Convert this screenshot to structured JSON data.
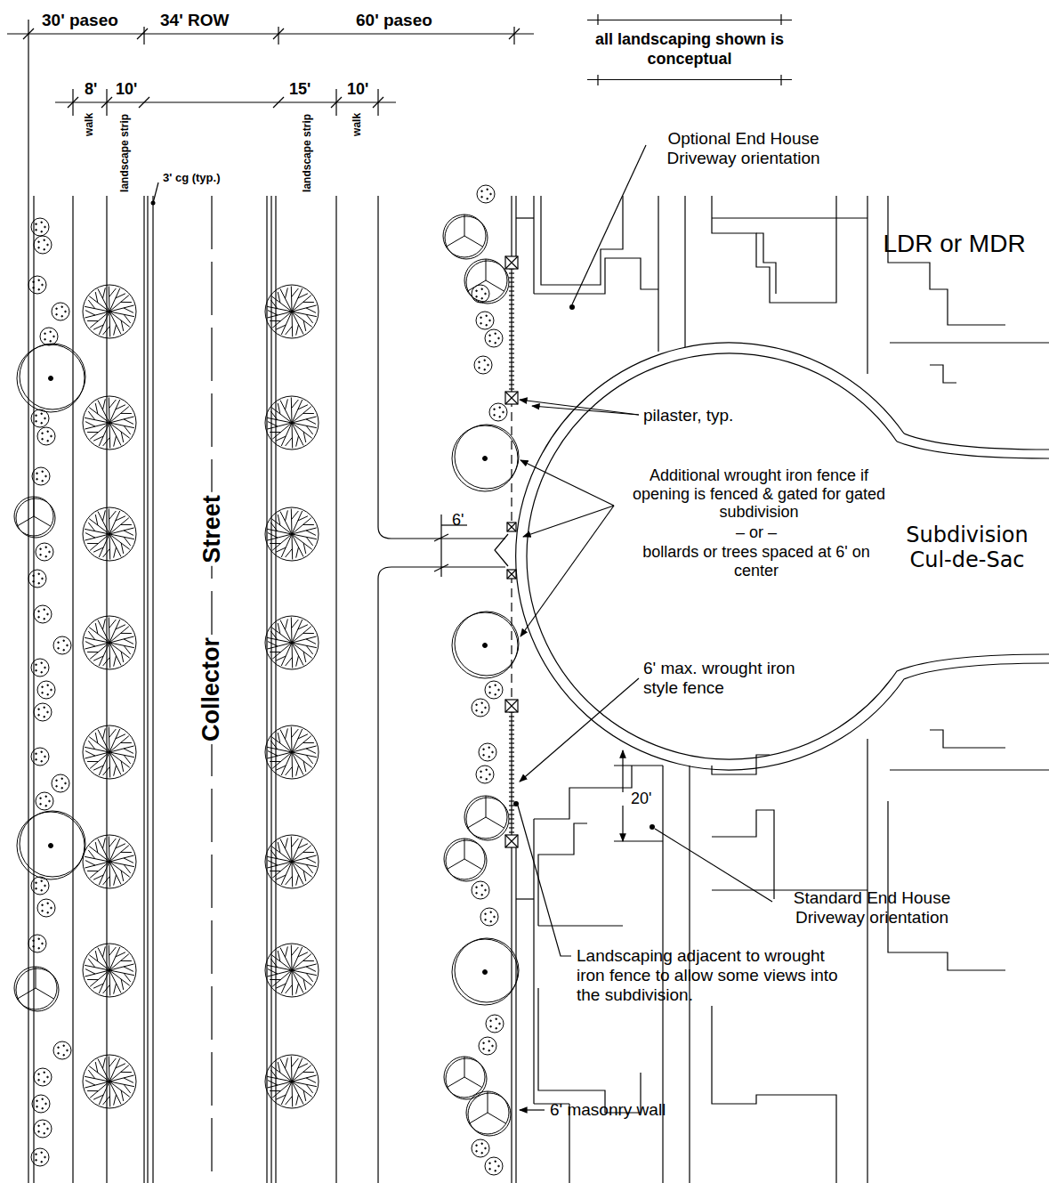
{
  "diagram": {
    "nodes": [
      {
        "text": [
          "all landscaping shown is conceptual"
        ]
      }
    ],
    "labels": [
      "30' paseo",
      "34' ROW",
      "60' paseo",
      "8'",
      "10'",
      "15'",
      "10'",
      "walk",
      "landscape strip",
      "landscape strip",
      "walk",
      "3' cg (typ.)",
      "Optional End House Driveway orientation",
      "LDR or MDR",
      "pilaster, typ.",
      "Additional wrought iron fence if opening is fenced & gated for gated subdivision",
      "– or –",
      "bollards or trees spaced at 6' on center",
      "Subdivision Cul-de-Sac",
      "6'",
      "Collector",
      "Street",
      "6' max. wrought iron style fence",
      "20'",
      "Standard End House Driveway orientation",
      "Landscaping adjacent to wrought iron fence to allow some views into the subdivision.",
      "6' masonry wall"
    ]
  }
}
